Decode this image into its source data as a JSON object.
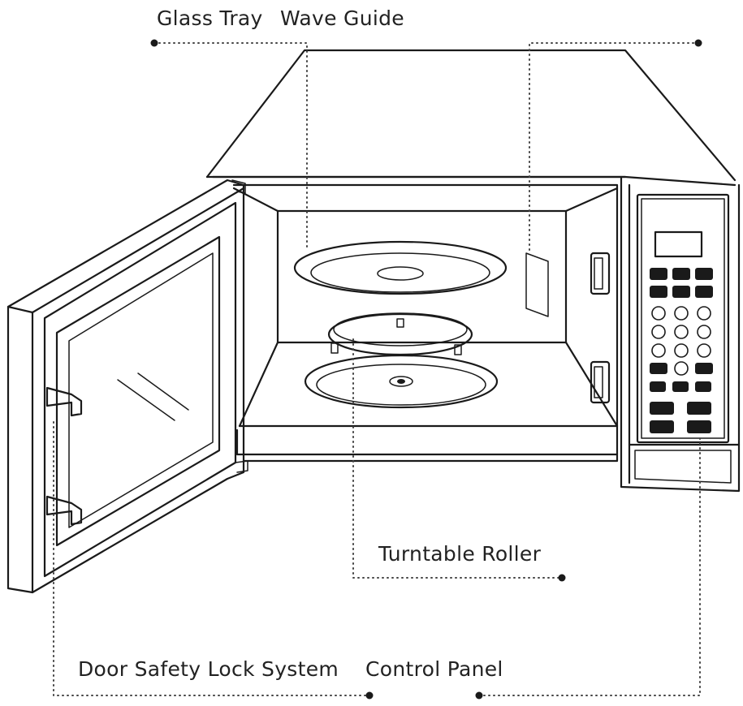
{
  "labels": {
    "glass_tray": "Glass Tray",
    "wave_guide": "Wave Guide",
    "turntable_roller": "Turntable Roller",
    "door_safety_lock": "Door Safety Lock System",
    "control_panel": "Control Panel"
  },
  "colors": {
    "line": "#1a1a1a",
    "background": "#ffffff",
    "text": "#222222"
  }
}
